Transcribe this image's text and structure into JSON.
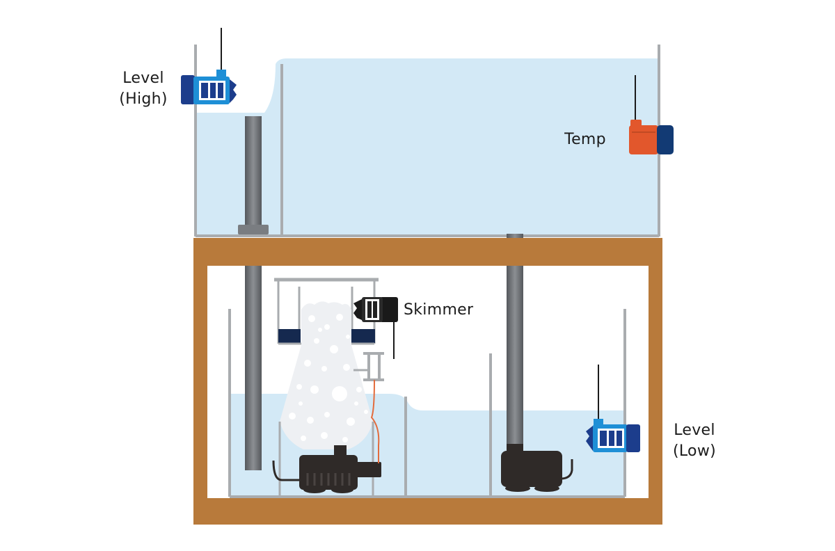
{
  "labels": {
    "level_high": [
      "Level",
      "(High)"
    ],
    "temp": "Temp",
    "skimmer": "Skimmer",
    "level_low": [
      "Level",
      "(Low)"
    ]
  },
  "colors": {
    "water": "#d3e9f6",
    "glass": "#a9acaf",
    "cabinet": "#b87a3b",
    "pipe": "#6e7175",
    "pump": "#2f2a28",
    "level_sensor": "#1e8fd6",
    "sensor_cap": "#1c3d8c",
    "temp_sensor": "#e2572c",
    "foam": "#eef0f3"
  },
  "icons": [
    "level-sensor-icon",
    "temperature-sensor-icon",
    "skimmer-level-sensor-icon",
    "return-pump-icon",
    "skimmer-pump-icon"
  ]
}
